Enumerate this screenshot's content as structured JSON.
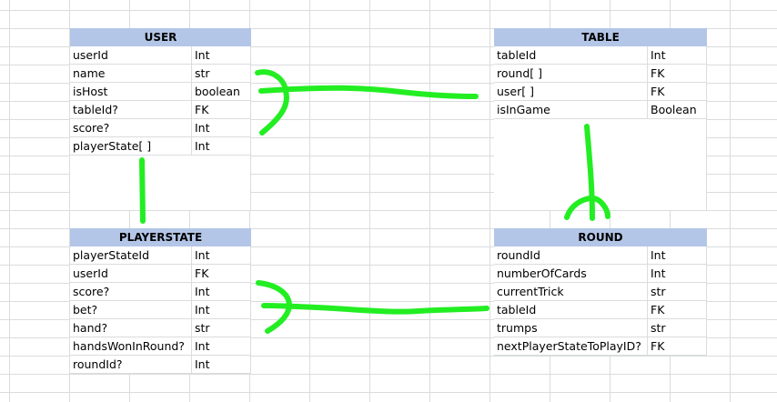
{
  "tables": {
    "user": {
      "title": "USER",
      "rows": [
        [
          "userId",
          "Int"
        ],
        [
          "name",
          "str"
        ],
        [
          "isHost",
          "boolean"
        ],
        [
          "tableId?",
          "FK"
        ],
        [
          "score?",
          "Int"
        ],
        [
          "playerState[ ]",
          "Int"
        ]
      ]
    },
    "table": {
      "title": "TABLE",
      "rows": [
        [
          "tableId",
          "Int"
        ],
        [
          "round[ ]",
          "FK"
        ],
        [
          "user[ ]",
          "FK"
        ],
        [
          "isInGame",
          "Boolean"
        ]
      ]
    },
    "playerstate": {
      "title": "PLAYERSTATE",
      "rows": [
        [
          "playerStateId",
          "Int"
        ],
        [
          "userId",
          "FK"
        ],
        [
          "score?",
          "Int"
        ],
        [
          "bet?",
          "Int"
        ],
        [
          "hand?",
          "str"
        ],
        [
          "handsWonInRound?",
          "Int"
        ],
        [
          "roundId?",
          "Int"
        ]
      ]
    },
    "round": {
      "title": "ROUND",
      "rows": [
        [
          "roundId",
          "Int"
        ],
        [
          "numberOfCards",
          "Int"
        ],
        [
          "currentTrick",
          "str"
        ],
        [
          "tableId",
          "FK"
        ],
        [
          "trumps",
          "str"
        ],
        [
          "nextPlayerStateToPlayID?",
          "FK"
        ]
      ]
    }
  },
  "colors": {
    "header_fill": "#b4c6e7",
    "gridline": "#dadcdd",
    "annotation_stroke": "#22ee22"
  }
}
